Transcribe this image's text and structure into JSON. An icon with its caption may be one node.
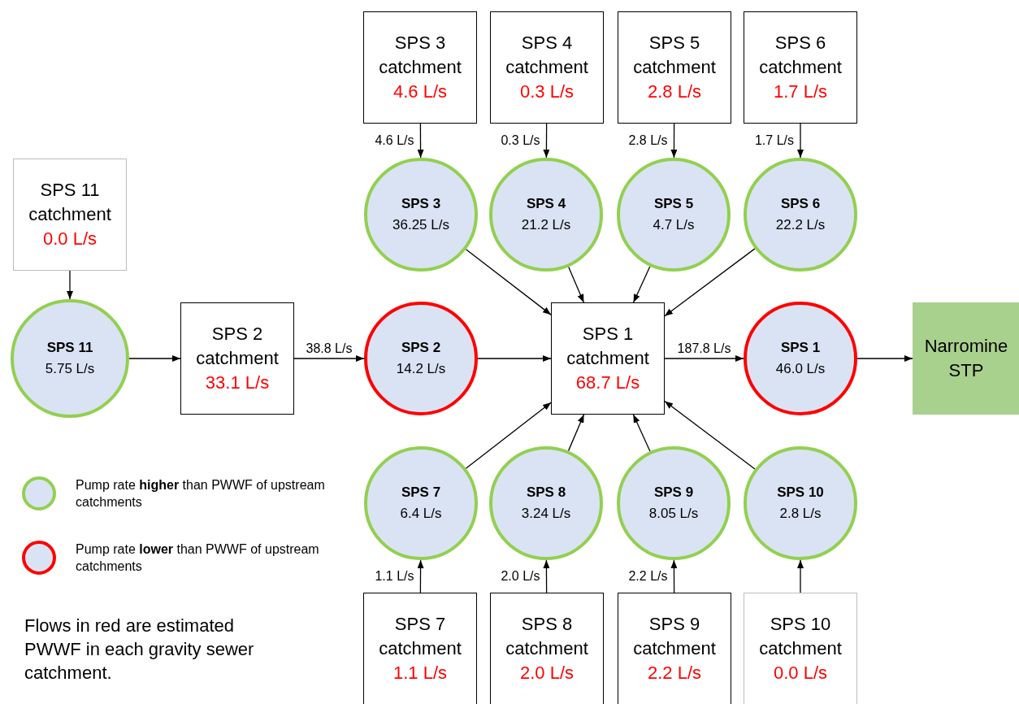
{
  "diagram": {
    "nodes": [
      {
        "text": [
          "SPS 3 catchment",
          "4.6 L/s"
        ]
      },
      {
        "text": [
          "SPS 4 catchment",
          "0.3 L/s"
        ]
      },
      {
        "text": [
          "SPS 5 catchment",
          "2.8 L/s"
        ]
      },
      {
        "text": [
          "SPS 6 catchment",
          "1.7 L/s"
        ]
      },
      {
        "text": [
          "SPS 11 catchment",
          "0.0 L/s"
        ]
      },
      {
        "text": [
          "SPS 3",
          "36.25 L/s"
        ]
      },
      {
        "text": [
          "SPS 4",
          "21.2 L/s"
        ]
      },
      {
        "text": [
          "SPS 5",
          "4.7 L/s"
        ]
      },
      {
        "text": [
          "SPS 6",
          "22.2 L/s"
        ]
      },
      {
        "text": [
          "SPS 11",
          "5.75 L/s"
        ]
      },
      {
        "text": [
          "SPS 2 catchment",
          "33.1 L/s"
        ]
      },
      {
        "text": [
          "SPS 2",
          "14.2 L/s"
        ]
      },
      {
        "text": [
          "SPS 1 catchment",
          "68.7 L/s"
        ]
      },
      {
        "text": [
          "SPS 1",
          "46.0 L/s"
        ]
      },
      {
        "text": [
          "Narromine STP"
        ]
      },
      {
        "text": [
          "SPS 7",
          "6.4 L/s"
        ]
      },
      {
        "text": [
          "SPS 8",
          "3.24 L/s"
        ]
      },
      {
        "text": [
          "SPS 9",
          "8.05 L/s"
        ]
      },
      {
        "text": [
          "SPS 10",
          "2.8 L/s"
        ]
      },
      {
        "text": [
          "SPS 7 catchment",
          "1.1 L/s"
        ]
      },
      {
        "text": [
          "SPS 8 catchment",
          "2.0 L/s"
        ]
      },
      {
        "text": [
          "SPS 9 catchment",
          "2.2 L/s"
        ]
      },
      {
        "text": [
          "SPS 10 catchment",
          "0.0 L/s"
        ]
      }
    ],
    "edges": [
      {
        "from": 0,
        "to": 5,
        "arrow": "to",
        "label": "4.6 L/s"
      },
      {
        "from": 1,
        "to": 6,
        "arrow": "to",
        "label": "0.3 L/s"
      },
      {
        "from": 2,
        "to": 7,
        "arrow": "to",
        "label": "2.8 L/s"
      },
      {
        "from": 3,
        "to": 8,
        "arrow": "to",
        "label": "1.7 L/s"
      },
      {
        "from": 4,
        "to": 9,
        "arrow": "to"
      },
      {
        "from": 5,
        "to": 12,
        "arrow": "to"
      },
      {
        "from": 6,
        "to": 12,
        "arrow": "to"
      },
      {
        "from": 7,
        "to": 12,
        "arrow": "to"
      },
      {
        "from": 8,
        "to": 12,
        "arrow": "to"
      },
      {
        "from": 9,
        "to": 10,
        "arrow": "to"
      },
      {
        "from": 10,
        "to": 11,
        "arrow": "to",
        "label": "38.8 L/s"
      },
      {
        "from": 11,
        "to": 12,
        "arrow": "to"
      },
      {
        "from": 12,
        "to": 13,
        "arrow": "to",
        "label": "187.8 L/s"
      },
      {
        "from": 13,
        "to": 14,
        "arrow": "to"
      },
      {
        "from": 15,
        "to": 12,
        "arrow": "to"
      },
      {
        "from": 16,
        "to": 12,
        "arrow": "to"
      },
      {
        "from": 17,
        "to": 12,
        "arrow": "to"
      },
      {
        "from": 18,
        "to": 12,
        "arrow": "to"
      },
      {
        "from": 19,
        "to": 15,
        "arrow": "to",
        "label": "1.1 L/s"
      },
      {
        "from": 20,
        "to": 16,
        "arrow": "to",
        "label": "2.0 L/s"
      },
      {
        "from": 21,
        "to": 17,
        "arrow": "to",
        "label": "2.2 L/s"
      },
      {
        "from": 22,
        "to": 18,
        "arrow": "to"
      }
    ],
    "labels": [
      "Flows in red are estimated PWWF in each gravity sewer catchment."
    ],
    "legend": [
      {
        "text": "Pump rate **higher** than PWWF of upstream catchments"
      },
      {
        "text": "Pump rate **lower** than PWWF of upstream catchments"
      }
    ]
  }
}
